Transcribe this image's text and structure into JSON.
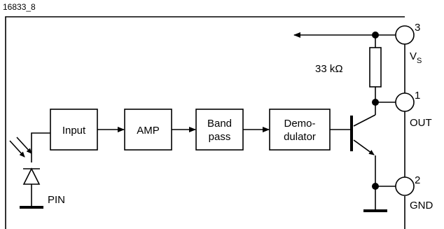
{
  "figure_id": "16833_8",
  "blocks": {
    "input": "Input",
    "amp": "AMP",
    "bandpass_line1": "Band",
    "bandpass_line2": "pass",
    "demod_line1": "Demo-",
    "demod_line2": "dulator"
  },
  "resistor_label": "33 kΩ",
  "diode_label": "PIN",
  "pins": [
    {
      "number": "3",
      "name": "V",
      "subscript": "S"
    },
    {
      "number": "1",
      "name": "OUT"
    },
    {
      "number": "2",
      "name": "GND"
    }
  ]
}
